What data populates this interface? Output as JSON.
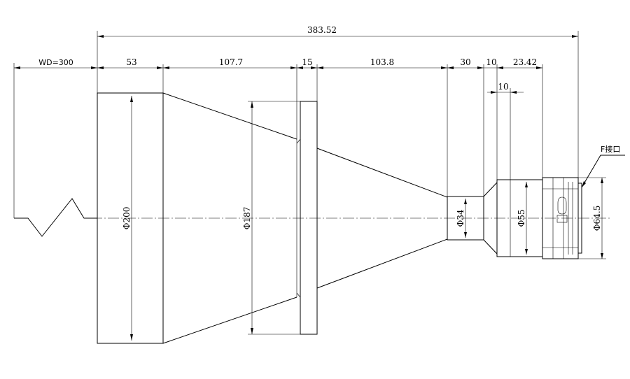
{
  "drawing": {
    "dimensions": {
      "overall_length": "383.52",
      "working_distance": "WD=300",
      "segment_1": "53",
      "segment_2": "107.7",
      "segment_3": "15",
      "segment_4": "103.8",
      "segment_5": "30",
      "segment_6": "10",
      "segment_7": "23.42",
      "segment_8": "10"
    },
    "diameters": {
      "front_lens": "Φ200",
      "flange": "Φ187",
      "neck": "Φ34",
      "barrel": "Φ55",
      "mount": "Φ64.5"
    },
    "annotations": {
      "mount_label": "F接口"
    }
  }
}
